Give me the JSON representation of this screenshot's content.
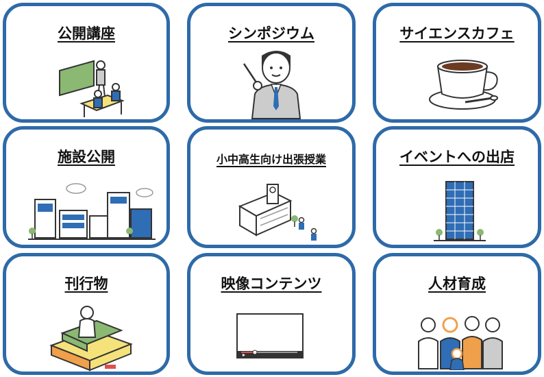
{
  "colors": {
    "card_border": "#2e6aa8",
    "illustration_blue": "#2f6db5",
    "illustration_green": "#8bb872",
    "illustration_yellow": "#f5e27a",
    "illustration_orange": "#f0a04b"
  },
  "cards": [
    {
      "title": "公開講座",
      "icon": "lecture-classroom-icon"
    },
    {
      "title": "シンポジウム",
      "icon": "presenter-with-pointer-icon"
    },
    {
      "title": "サイエンスカフェ",
      "icon": "coffee-cup-icon"
    },
    {
      "title": "施設公開",
      "icon": "facility-buildings-icon"
    },
    {
      "title": "小中高生向け出張授業",
      "icon": "school-building-icon"
    },
    {
      "title": "イベントへの出店",
      "icon": "office-tower-icon"
    },
    {
      "title": "刊行物",
      "icon": "person-on-books-icon"
    },
    {
      "title": "映像コンテンツ",
      "icon": "video-player-icon"
    },
    {
      "title": "人材育成",
      "icon": "family-group-icon"
    }
  ]
}
